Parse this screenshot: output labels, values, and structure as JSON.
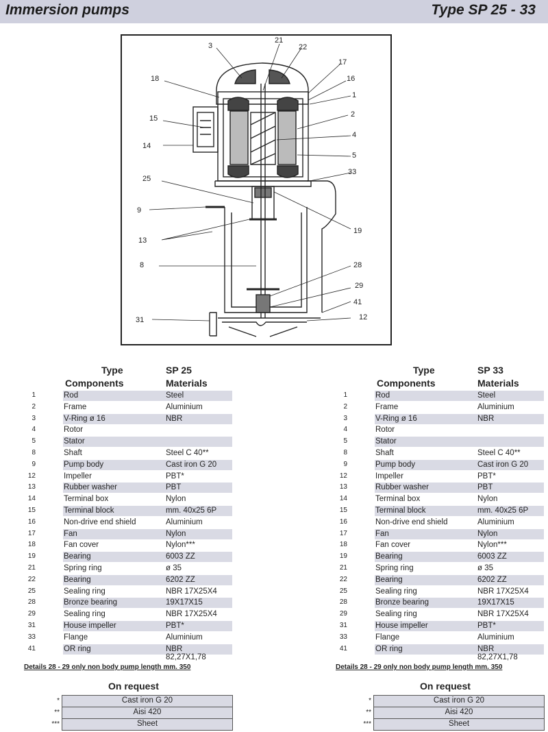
{
  "header": {
    "left_title": "Immersion pumps",
    "right_title": "Type SP  25 - 33"
  },
  "drawing": {
    "callouts": [
      "3",
      "21",
      "22",
      "17",
      "18",
      "16",
      "1",
      "15",
      "2",
      "4",
      "14",
      "5",
      "33",
      "25",
      "9",
      "19",
      "13",
      "8",
      "28",
      "29",
      "41",
      "31",
      "12"
    ]
  },
  "left_table": {
    "type_label": "Type",
    "model": "SP 25",
    "components_label": "Components",
    "materials_label": "Materials",
    "rows": [
      {
        "num": "1",
        "comp": "Rod",
        "mat": "Steel",
        "shaded": true
      },
      {
        "num": "2",
        "comp": "Frame",
        "mat": "Aluminium",
        "shaded": false
      },
      {
        "num": "3",
        "comp": "V-Ring   ø 16",
        "mat": "NBR",
        "shaded": true
      },
      {
        "num": "4",
        "comp": "Rotor",
        "mat": "",
        "shaded": false
      },
      {
        "num": "5",
        "comp": "Stator",
        "mat": "",
        "shaded": true
      },
      {
        "num": "8",
        "comp": "Shaft",
        "mat": "Steel C 40**",
        "shaded": false
      },
      {
        "num": "9",
        "comp": "Pump body",
        "mat": "Cast iron  G 20",
        "shaded": true
      },
      {
        "num": "12",
        "comp": "Impeller",
        "mat": "PBT*",
        "shaded": false
      },
      {
        "num": "13",
        "comp": "Rubber washer",
        "mat": "PBT",
        "shaded": true
      },
      {
        "num": "14",
        "comp": "Terminal box",
        "mat": "Nylon",
        "shaded": false
      },
      {
        "num": "15",
        "comp": "Terminal block",
        "mat": "mm. 40x25  6P",
        "shaded": true
      },
      {
        "num": "16",
        "comp": "Non-drive end shield",
        "mat": "Aluminium",
        "shaded": false
      },
      {
        "num": "17",
        "comp": "Fan",
        "mat": "Nylon",
        "shaded": true
      },
      {
        "num": "18",
        "comp": "Fan cover",
        "mat": "Nylon***",
        "shaded": false
      },
      {
        "num": "19",
        "comp": "Bearing",
        "mat": "6003 ZZ",
        "shaded": true
      },
      {
        "num": "21",
        "comp": "Spring ring",
        "mat": "ø 35",
        "shaded": false
      },
      {
        "num": "22",
        "comp": "Bearing",
        "mat": "6202 ZZ",
        "shaded": true
      },
      {
        "num": "25",
        "comp": "Sealing ring",
        "mat": "NBR 17X25X4",
        "shaded": false
      },
      {
        "num": "28",
        "comp": "Bronze bearing",
        "mat": "19X17X15",
        "shaded": true
      },
      {
        "num": "29",
        "comp": "Sealing ring",
        "mat": "NBR 17X25X4",
        "shaded": false
      },
      {
        "num": "31",
        "comp": "House impeller",
        "mat": "PBT*",
        "shaded": true
      },
      {
        "num": "33",
        "comp": "Flange",
        "mat": "Aluminium",
        "shaded": false
      },
      {
        "num": "41",
        "comp": "OR ring",
        "mat": "NBR 82,27X1,78",
        "shaded": true
      }
    ],
    "details": "Details  28 - 29 only non body pump length mm. 350",
    "on_request_title": "On request",
    "on_request": [
      {
        "mark": "*",
        "text": "Cast iron G 20"
      },
      {
        "mark": "**",
        "text": "Aisi  420"
      },
      {
        "mark": "***",
        "text": "Sheet"
      }
    ]
  },
  "right_table": {
    "type_label": "Type",
    "model": "SP 33",
    "components_label": "Components",
    "materials_label": "Materials",
    "rows": [
      {
        "num": "1",
        "comp": "Rod",
        "mat": "Steel",
        "shaded": true
      },
      {
        "num": "2",
        "comp": "Frame",
        "mat": "Aluminium",
        "shaded": false
      },
      {
        "num": "3",
        "comp": "V-Ring   ø 16",
        "mat": "NBR",
        "shaded": true
      },
      {
        "num": "4",
        "comp": "Rotor",
        "mat": "",
        "shaded": false
      },
      {
        "num": "5",
        "comp": "Stator",
        "mat": "",
        "shaded": true
      },
      {
        "num": "8",
        "comp": "Shaft",
        "mat": "Steel C 40**",
        "shaded": false
      },
      {
        "num": "9",
        "comp": "Pump body",
        "mat": "Cast iron  G 20",
        "shaded": true
      },
      {
        "num": "12",
        "comp": "Impeller",
        "mat": "PBT*",
        "shaded": false
      },
      {
        "num": "13",
        "comp": "Rubber washer",
        "mat": "PBT",
        "shaded": true
      },
      {
        "num": "14",
        "comp": "Terminal box",
        "mat": "Nylon",
        "shaded": false
      },
      {
        "num": "15",
        "comp": "Terminal block",
        "mat": "mm. 40x25  6P",
        "shaded": true
      },
      {
        "num": "16",
        "comp": "Non-drive end shield",
        "mat": "Aluminium",
        "shaded": false
      },
      {
        "num": "17",
        "comp": "Fan",
        "mat": "Nylon",
        "shaded": true
      },
      {
        "num": "18",
        "comp": "Fan cover",
        "mat": "Nylon***",
        "shaded": false
      },
      {
        "num": "19",
        "comp": "Bearing",
        "mat": "6003 ZZ",
        "shaded": true
      },
      {
        "num": "21",
        "comp": "Spring ring",
        "mat": "ø 35",
        "shaded": false
      },
      {
        "num": "22",
        "comp": "Bearing",
        "mat": "6202 ZZ",
        "shaded": true
      },
      {
        "num": "25",
        "comp": "Sealing ring",
        "mat": "NBR 17X25X4",
        "shaded": false
      },
      {
        "num": "28",
        "comp": "Bronze bearing",
        "mat": "19X17X15",
        "shaded": true
      },
      {
        "num": "29",
        "comp": "Sealing ring",
        "mat": "NBR 17X25X4",
        "shaded": false
      },
      {
        "num": "31",
        "comp": "House impeller",
        "mat": "PBT*",
        "shaded": true
      },
      {
        "num": "33",
        "comp": "Flange",
        "mat": "Aluminium",
        "shaded": false
      },
      {
        "num": "41",
        "comp": "OR ring",
        "mat": "NBR 82,27X1,78",
        "shaded": true
      }
    ],
    "details": "Details  28 - 29 only non body pump length mm. 350",
    "on_request_title": "On request",
    "on_request": [
      {
        "mark": "*",
        "text": "Cast iron G 20"
      },
      {
        "mark": "**",
        "text": "Aisi  420"
      },
      {
        "mark": "***",
        "text": "Sheet"
      }
    ]
  }
}
